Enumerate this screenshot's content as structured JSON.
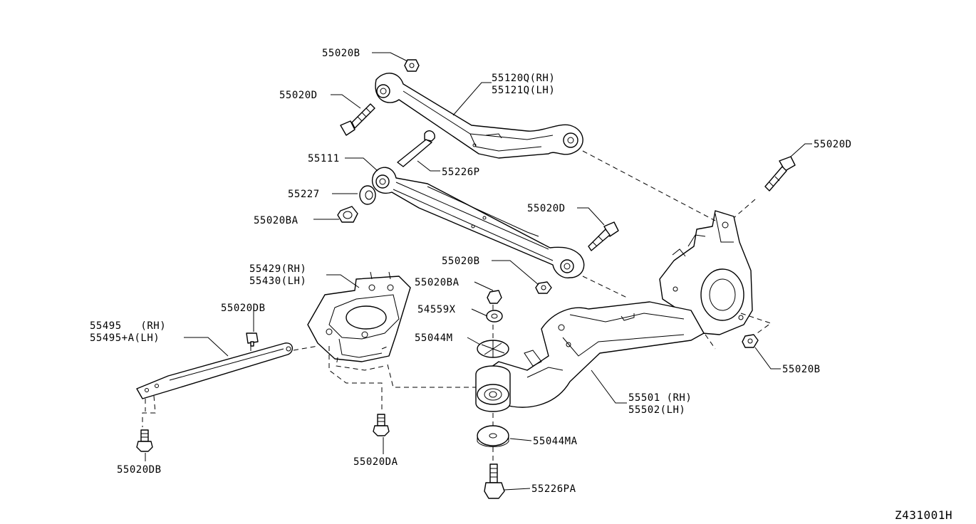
{
  "diagram_id": "Z431001H",
  "callouts": [
    {
      "id": "c1",
      "text": "55020B"
    },
    {
      "id": "c2",
      "text": "55020D"
    },
    {
      "id": "c3a",
      "text": "55120Q(RH)"
    },
    {
      "id": "c3b",
      "text": "55121Q(LH)"
    },
    {
      "id": "c4",
      "text": "55111"
    },
    {
      "id": "c5",
      "text": "55226P"
    },
    {
      "id": "c6",
      "text": "55227"
    },
    {
      "id": "c7",
      "text": "55020BA"
    },
    {
      "id": "c8",
      "text": "55020D"
    },
    {
      "id": "c9",
      "text": "55020D"
    },
    {
      "id": "c10",
      "text": "55020B"
    },
    {
      "id": "c11a",
      "text": "55429(RH)"
    },
    {
      "id": "c11b",
      "text": "55430(LH)"
    },
    {
      "id": "c12",
      "text": "55020BA"
    },
    {
      "id": "c13",
      "text": "55020DB"
    },
    {
      "id": "c14",
      "text": "54559X"
    },
    {
      "id": "c15a",
      "text": "55495   (RH)"
    },
    {
      "id": "c15b",
      "text": "55495+A(LH)"
    },
    {
      "id": "c16",
      "text": "55044M"
    },
    {
      "id": "c17",
      "text": "55020B"
    },
    {
      "id": "c18a",
      "text": "55501 (RH)"
    },
    {
      "id": "c18b",
      "text": "55502(LH)"
    },
    {
      "id": "c19",
      "text": "55044MA"
    },
    {
      "id": "c20",
      "text": "55020DB"
    },
    {
      "id": "c21",
      "text": "55020DA"
    },
    {
      "id": "c22",
      "text": "55226PA"
    }
  ]
}
